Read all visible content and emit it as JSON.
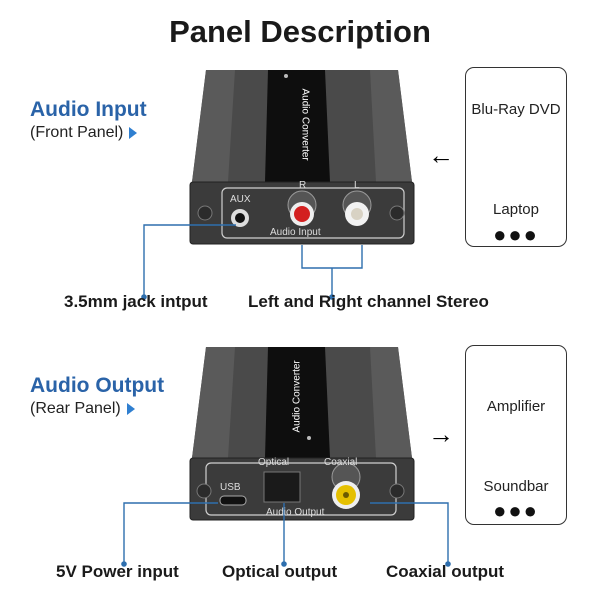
{
  "title": "Panel Description",
  "input_section": {
    "heading": "Audio Input",
    "subheading": "(Front Panel)",
    "device_brand": "Audio Converter",
    "panel_label": "Audio Input",
    "port_labels": {
      "aux": "AUX",
      "right": "R",
      "left": "L"
    },
    "callouts": [
      "3.5mm jack intput",
      "Left and Right channel Stereo"
    ],
    "source_card": {
      "items": [
        "Blu-Ray DVD",
        "Laptop"
      ],
      "more": "●●●"
    },
    "arrow": "←"
  },
  "output_section": {
    "heading": "Audio Output",
    "subheading": "(Rear Panel)",
    "device_brand": "Audio Converter",
    "panel_label": "Audio Output",
    "port_labels": {
      "usb": "USB",
      "optical": "Optical",
      "coaxial": "Coaxial"
    },
    "callouts": [
      "5V Power input",
      "Optical output",
      "Coaxial output"
    ],
    "target_card": {
      "items": [
        "Amplifier",
        "Soundbar"
      ],
      "more": "●●●"
    },
    "arrow": "→"
  },
  "colors": {
    "heading_blue": "#2a63a8",
    "callout_line": "#2e6fae",
    "device_body": "#3b3b3b",
    "rca_red": "#d32020",
    "rca_white": "#eeeeee",
    "rca_yellow": "#e5c000"
  }
}
